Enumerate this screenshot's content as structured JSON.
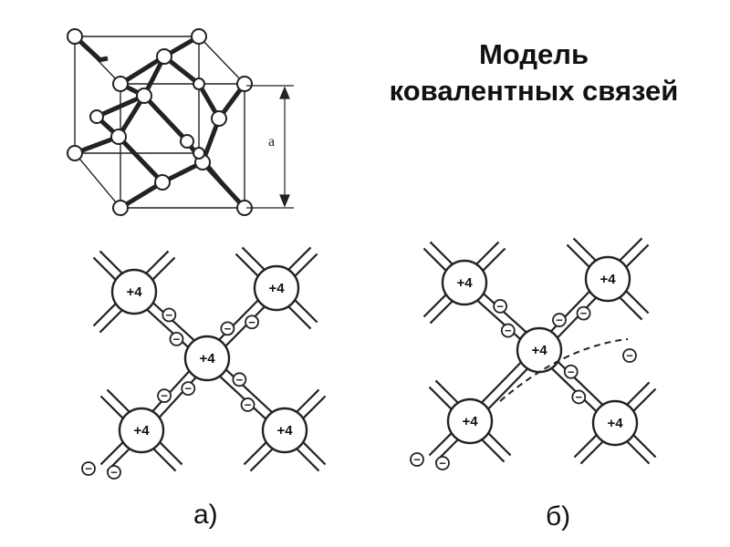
{
  "title": {
    "line1": "Модель",
    "line2": "ковалентных связей"
  },
  "crystal": {
    "lattice_label": "a"
  },
  "panels": [
    {
      "id": "a",
      "caption": "а)",
      "atom_charge": "+4",
      "electron_symbol": "−"
    },
    {
      "id": "b",
      "caption": "б)",
      "atom_charge": "+4",
      "electron_symbol": "−",
      "free_electron_symbol": "−"
    }
  ]
}
